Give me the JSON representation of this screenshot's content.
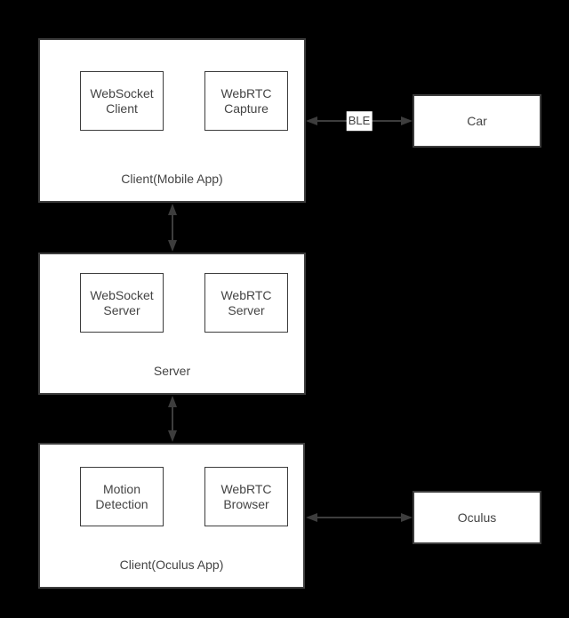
{
  "colors": {
    "background": "#000000",
    "stroke": "#3d3d3d",
    "box_fill": "#ffffff",
    "text": "#444444"
  },
  "groups": [
    {
      "label": "Client(Mobile App)",
      "nodes": [
        {
          "label": "WebSocket\nClient"
        },
        {
          "label": "WebRTC\nCapture"
        }
      ]
    },
    {
      "label": "Server",
      "nodes": [
        {
          "label": "WebSocket\nServer"
        },
        {
          "label": "WebRTC\nServer"
        }
      ]
    },
    {
      "label": "Client(Oculus App)",
      "nodes": [
        {
          "label": "Motion\nDetection"
        },
        {
          "label": "WebRTC\nBrowser"
        }
      ]
    }
  ],
  "external_nodes": [
    {
      "label": "Car"
    },
    {
      "label": "Oculus"
    }
  ],
  "connectors": [
    {
      "from": "Client(Mobile App)",
      "to": "Car",
      "label": "BLE",
      "type": "bidirectional"
    },
    {
      "from": "Client(Mobile App)",
      "to": "Server",
      "label": "",
      "type": "bidirectional"
    },
    {
      "from": "Server",
      "to": "Client(Oculus App)",
      "label": "",
      "type": "bidirectional"
    },
    {
      "from": "Client(Oculus App)",
      "to": "Oculus",
      "label": "",
      "type": "bidirectional"
    }
  ]
}
